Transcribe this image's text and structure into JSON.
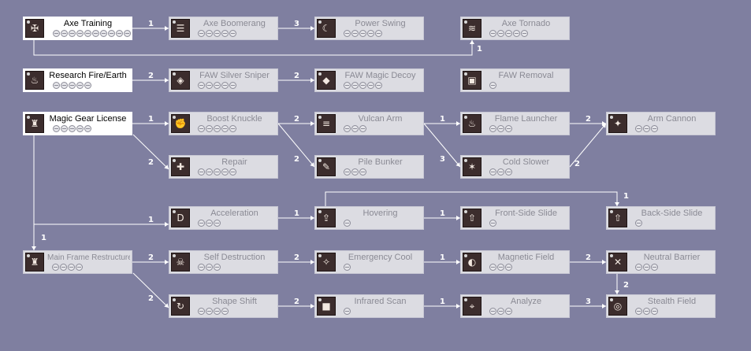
{
  "colors": {
    "background": "#7f7fa0",
    "line": "#ffffff",
    "node_active": "#ffffff",
    "node_locked": "#dcdce2"
  },
  "skills": [
    {
      "id": "axe_training",
      "name": "Axe Training",
      "levels": 10,
      "active": true,
      "icon": "axe-icon",
      "glyph": "✠"
    },
    {
      "id": "axe_boomerang",
      "name": "Axe Boomerang",
      "levels": 5,
      "active": false,
      "icon": "axe-boomerang-icon",
      "glyph": "☰"
    },
    {
      "id": "power_swing",
      "name": "Power Swing",
      "levels": 5,
      "active": false,
      "icon": "swing-icon",
      "glyph": "☾"
    },
    {
      "id": "axe_tornado",
      "name": "Axe Tornado",
      "levels": 5,
      "active": false,
      "icon": "tornado-icon",
      "glyph": "≋"
    },
    {
      "id": "research_fire_earth",
      "name": "Research Fire/Earth",
      "levels": 5,
      "active": true,
      "icon": "fire-earth-icon",
      "glyph": "♨"
    },
    {
      "id": "faw_silver_sniper",
      "name": "FAW Silver Sniper",
      "levels": 5,
      "active": false,
      "icon": "silver-sniper-icon",
      "glyph": "◈"
    },
    {
      "id": "faw_magic_decoy",
      "name": "FAW Magic Decoy",
      "levels": 5,
      "active": false,
      "icon": "magic-decoy-icon",
      "glyph": "◆"
    },
    {
      "id": "faw_removal",
      "name": "FAW Removal",
      "levels": 1,
      "active": false,
      "icon": "removal-icon",
      "glyph": "▣"
    },
    {
      "id": "magic_gear_license",
      "name": "Magic Gear License",
      "levels": 5,
      "active": true,
      "icon": "gear-license-icon",
      "glyph": "♜"
    },
    {
      "id": "boost_knuckle",
      "name": "Boost Knuckle",
      "levels": 5,
      "active": false,
      "icon": "knuckle-icon",
      "glyph": "✊"
    },
    {
      "id": "vulcan_arm",
      "name": "Vulcan Arm",
      "levels": 3,
      "active": false,
      "icon": "vulcan-arm-icon",
      "glyph": "≡"
    },
    {
      "id": "flame_launcher",
      "name": "Flame Launcher",
      "levels": 3,
      "active": false,
      "icon": "flame-icon",
      "glyph": "♨"
    },
    {
      "id": "arm_cannon",
      "name": "Arm Cannon",
      "levels": 3,
      "active": false,
      "icon": "cannon-icon",
      "glyph": "✦"
    },
    {
      "id": "repair",
      "name": "Repair",
      "levels": 5,
      "active": false,
      "icon": "wrench-icon",
      "glyph": "✚"
    },
    {
      "id": "pile_bunker",
      "name": "Pile Bunker",
      "levels": 3,
      "active": false,
      "icon": "pile-bunker-icon",
      "glyph": "✎"
    },
    {
      "id": "cold_slower",
      "name": "Cold Slower",
      "levels": 3,
      "active": false,
      "icon": "snowflake-icon",
      "glyph": "✶"
    },
    {
      "id": "acceleration",
      "name": "Acceleration",
      "levels": 3,
      "active": false,
      "icon": "acceleration-icon",
      "glyph": "D"
    },
    {
      "id": "hovering",
      "name": "Hovering",
      "levels": 1,
      "active": false,
      "icon": "hover-icon",
      "glyph": "⇪"
    },
    {
      "id": "front_side_slide",
      "name": "Front-Side Slide",
      "levels": 1,
      "active": false,
      "icon": "front-slide-icon",
      "glyph": "⇧"
    },
    {
      "id": "back_side_slide",
      "name": "Back-Side Slide",
      "levels": 1,
      "active": false,
      "icon": "back-slide-icon",
      "glyph": "⇧"
    },
    {
      "id": "main_frame_restructure",
      "name": "Main Frame Restructure",
      "levels": 4,
      "active": false,
      "icon": "main-frame-icon",
      "glyph": "♜"
    },
    {
      "id": "self_destruction",
      "name": "Self Destruction",
      "levels": 3,
      "active": false,
      "icon": "skull-icon",
      "glyph": "☠"
    },
    {
      "id": "emergency_cool",
      "name": "Emergency Cool",
      "levels": 1,
      "active": false,
      "icon": "cool-icon",
      "glyph": "✧"
    },
    {
      "id": "magnetic_field",
      "name": "Magnetic Field",
      "levels": 3,
      "active": false,
      "icon": "magnet-icon",
      "glyph": "◐"
    },
    {
      "id": "neutral_barrier",
      "name": "Neutral Barrier",
      "levels": 3,
      "active": false,
      "icon": "barrier-icon",
      "glyph": "✕"
    },
    {
      "id": "shape_shift",
      "name": "Shape Shift",
      "levels": 4,
      "active": false,
      "icon": "shape-shift-icon",
      "glyph": "↻"
    },
    {
      "id": "infrared_scan",
      "name": "Infrared Scan",
      "levels": 1,
      "active": false,
      "icon": "scan-icon",
      "glyph": "■"
    },
    {
      "id": "analyze",
      "name": "Analyze",
      "levels": 3,
      "active": false,
      "icon": "analyze-icon",
      "glyph": "⌖"
    },
    {
      "id": "stealth_field",
      "name": "Stealth Field",
      "levels": 3,
      "active": false,
      "icon": "stealth-icon",
      "glyph": "◎"
    }
  ],
  "links": [
    {
      "from": "axe_training",
      "to": "axe_boomerang",
      "req": "1"
    },
    {
      "from": "axe_boomerang",
      "to": "power_swing",
      "req": "3"
    },
    {
      "from": "axe_training",
      "to": "axe_tornado",
      "req": "1"
    },
    {
      "from": "research_fire_earth",
      "to": "faw_silver_sniper",
      "req": "2"
    },
    {
      "from": "faw_silver_sniper",
      "to": "faw_magic_decoy",
      "req": "2"
    },
    {
      "from": "magic_gear_license",
      "to": "boost_knuckle",
      "req": "1"
    },
    {
      "from": "magic_gear_license",
      "to": "repair",
      "req": "2"
    },
    {
      "from": "boost_knuckle",
      "to": "vulcan_arm",
      "req": "2"
    },
    {
      "from": "boost_knuckle",
      "to": "pile_bunker",
      "req": "2"
    },
    {
      "from": "vulcan_arm",
      "to": "flame_launcher",
      "req": "1"
    },
    {
      "from": "vulcan_arm",
      "to": "cold_slower",
      "req": "3"
    },
    {
      "from": "flame_launcher",
      "to": "arm_cannon",
      "req": "2"
    },
    {
      "from": "cold_slower",
      "to": "arm_cannon",
      "req": "2"
    },
    {
      "from": "magic_gear_license",
      "to": "acceleration",
      "req": "1"
    },
    {
      "from": "magic_gear_license",
      "to": "main_frame_restructure",
      "req": "1"
    },
    {
      "from": "acceleration",
      "to": "hovering",
      "req": "1"
    },
    {
      "from": "hovering",
      "to": "front_side_slide",
      "req": "1"
    },
    {
      "from": "hovering",
      "to": "back_side_slide",
      "req": "1"
    },
    {
      "from": "main_frame_restructure",
      "to": "self_destruction",
      "req": "2"
    },
    {
      "from": "main_frame_restructure",
      "to": "shape_shift",
      "req": "2"
    },
    {
      "from": "self_destruction",
      "to": "emergency_cool",
      "req": "2"
    },
    {
      "from": "emergency_cool",
      "to": "magnetic_field",
      "req": "1"
    },
    {
      "from": "magnetic_field",
      "to": "neutral_barrier",
      "req": "2"
    },
    {
      "from": "neutral_barrier",
      "to": "stealth_field",
      "req": "2"
    },
    {
      "from": "shape_shift",
      "to": "infrared_scan",
      "req": "2"
    },
    {
      "from": "infrared_scan",
      "to": "analyze",
      "req": "1"
    },
    {
      "from": "analyze",
      "to": "stealth_field",
      "req": "3"
    }
  ]
}
